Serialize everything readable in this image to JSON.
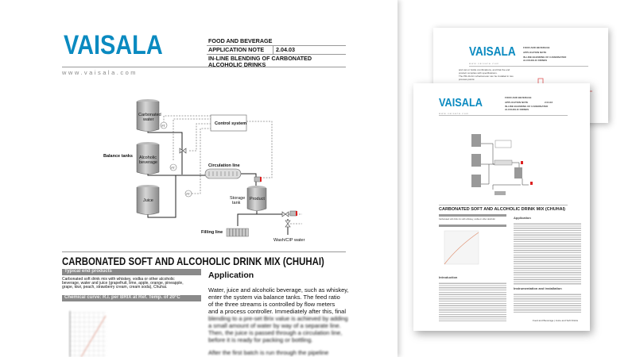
{
  "brand": {
    "logo": "VAISALA",
    "url": "www.vaisala.com",
    "color": "#0a8ac0"
  },
  "header": {
    "category": "FOOD AND BEVERAGE",
    "doc_type": "APPLICATION NOTE",
    "doc_number": "2.04.03",
    "title_line1": "IN-LINE BLENDING OF CARBONATED",
    "title_line2": "ALCOHOLIC DRINKS"
  },
  "diagram": {
    "balance_tanks": "Balance tanks",
    "tank1_l1": "Carbonated",
    "tank1_l2": "water",
    "tank2_l1": "Alcoholic",
    "tank2_l2": "beverage",
    "tank3": "Juice",
    "control": "Control system",
    "circulation": "Circulation line",
    "storage_l1": "Storage",
    "storage_l2": "tank",
    "product": "Product",
    "filling": "Filling line",
    "wash": "Wash/CIP water",
    "ft": "FT"
  },
  "section": {
    "title": "CARBONATED SOFT AND ALCOHOLIC DRINK MIX (CHUHAI)",
    "typical_header": "Typical end products",
    "typical_l1": "Carbonated soft drink mix with whiskey, vodka or other alcoholic",
    "typical_l2": "beverage, water and juice (grapefruit, lime, apple, orange, pineapple,",
    "typical_l3": "grape, kiwi, peach, strawberry cream, cream soda), Chuhai.",
    "curve_header": "Chemical curve: R.I. per BRIX at Ref. Temp. of 20°C",
    "application_title": "Application",
    "app_l1": "Water, juice and alcoholic beverage, such as whiskey,",
    "app_l2": "enter the system via balance tanks. The feed ratio",
    "app_l3": "of the three streams is controlled by flow meters",
    "app_l4": "and a process controller. Immediately after this, final",
    "app_l5": "blending to a pre-set Brix value is achieved by adding",
    "app_l6": "a small amount of water by way of a separate line.",
    "app_l7": "Then, the juice is passed through a circulation line,",
    "app_l8": "before it is ready for packing or bottling.",
    "app_l9": "After the first batch is run through the pipeline"
  },
  "mini_pages": {
    "introduction": "Introduction",
    "instrumentation": "Instrumentation and installation",
    "footer": "Food and Beverage | Juice and Soft Drinks",
    "back_text1": "and can or bottle combinations, and that the end",
    "back_text2": "product complies with specifications.",
    "back_text3": "The PR-43-AC refractometer can be installed in two",
    "back_text4": "process points:"
  }
}
